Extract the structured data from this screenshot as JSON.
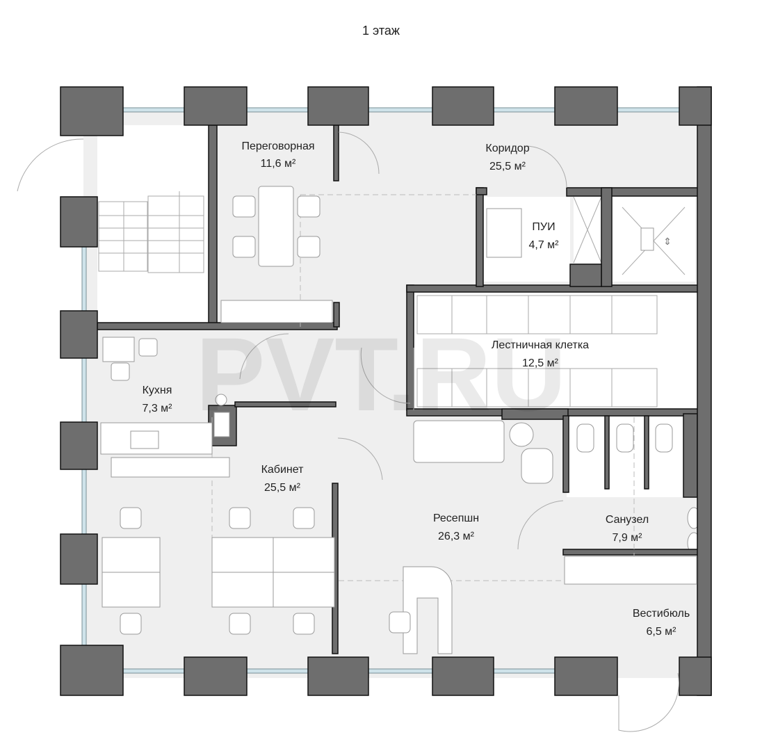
{
  "title": "1 этаж",
  "watermark": "PVT.RU",
  "area_unit": "м²",
  "rooms": [
    {
      "name": "Переговорная",
      "area": "11,6 м²"
    },
    {
      "name": "Коридор",
      "area": "25,5 м²"
    },
    {
      "name": "ПУИ",
      "area": "4,7 м²"
    },
    {
      "name": "Лестничная клетка",
      "area": "12,5 м²"
    },
    {
      "name": "Кухня",
      "area": "7,3 м²"
    },
    {
      "name": "Кабинет",
      "area": "25,5 м²"
    },
    {
      "name": "Ресепшн",
      "area": "26,3 м²"
    },
    {
      "name": "Санузел",
      "area": "7,9 м²"
    },
    {
      "name": "Вестибюль",
      "area": "6,5 м²"
    }
  ],
  "colors": {
    "wall": "#6e6e6e",
    "floor": "#efefef",
    "window": "#cfe3ea"
  }
}
